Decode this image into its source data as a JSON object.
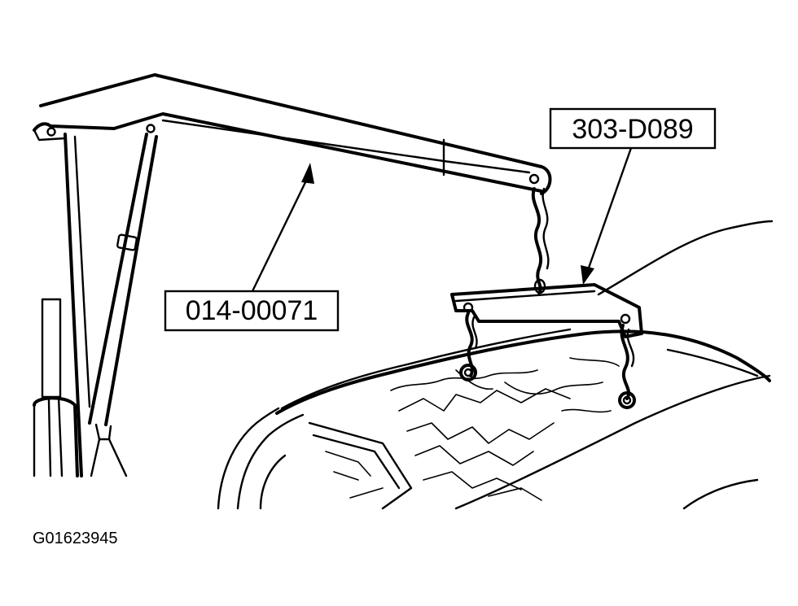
{
  "callouts": {
    "crane": "014-00071",
    "lifting_bracket": "303-D089"
  },
  "figure_id": "G01623945"
}
